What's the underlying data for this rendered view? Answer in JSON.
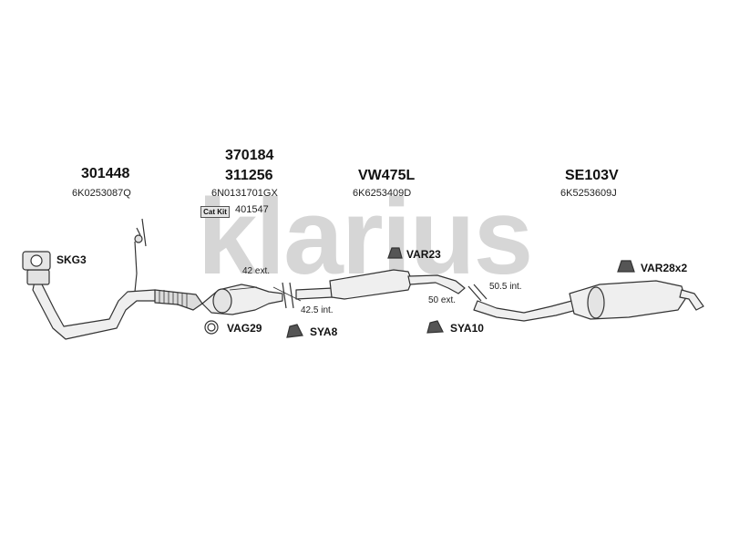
{
  "watermark": "klarius",
  "parts": {
    "front_pipe": {
      "number": "301448",
      "oem": "6K0253087Q"
    },
    "catalyst": {
      "number_top": "370184",
      "number": "311256",
      "oem": "6N0131701GX"
    },
    "catkit": {
      "badge": "Cat Kit",
      "number": "401547"
    },
    "middle_silencer": {
      "number": "VW475L",
      "oem": "6K6253409D"
    },
    "rear_silencer": {
      "number": "SE103V",
      "oem": "6K5253609J"
    }
  },
  "accessories": {
    "skg3": "SKG3",
    "vag29": "VAG29",
    "sya8": "SYA8",
    "var23": "VAR23",
    "sya10": "SYA10",
    "var28x2": "VAR28x2"
  },
  "connections": {
    "ext42": "42 ext.",
    "int42_5": "42.5 int.",
    "ext50": "50 ext.",
    "int50_5": "50.5 int."
  },
  "colors": {
    "watermark": "#d6d6d6",
    "pipe_fill": "#efefef",
    "pipe_stroke": "#333333"
  }
}
